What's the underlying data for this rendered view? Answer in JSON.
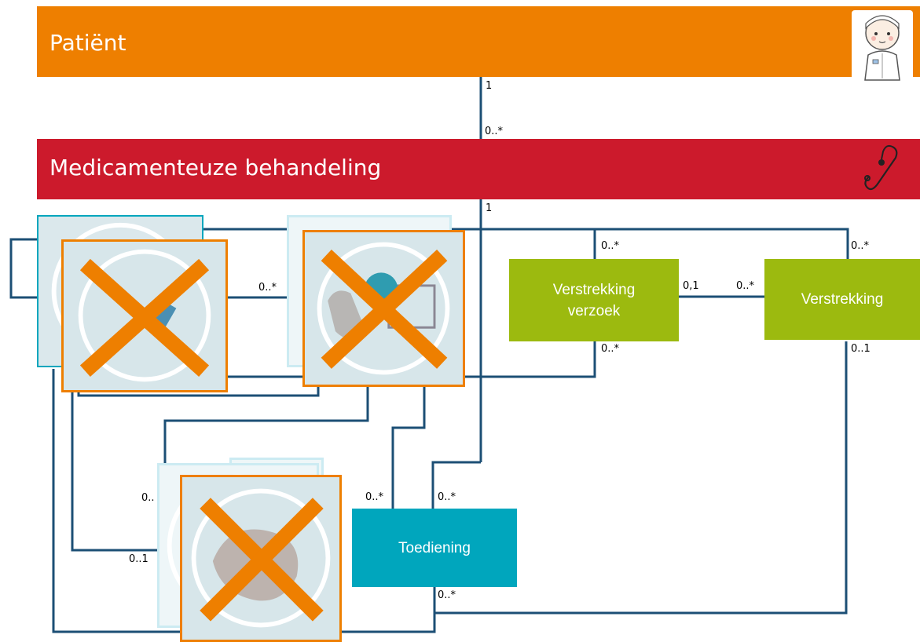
{
  "banners": {
    "patient": {
      "title": "Patiënt"
    },
    "treatment": {
      "title": "Medicamenteuze behandeling"
    }
  },
  "icons": {
    "patient": "patient-illustration-icon",
    "treatment": "stethoscope-icon",
    "crossed": "crossed-out-icon"
  },
  "boxes": {
    "verstrekking_verzoek": {
      "line1": "Verstrekking",
      "line2": "verzoek"
    },
    "verstrekking": "Verstrekking",
    "toediening": "Toediening"
  },
  "multiplicities": {
    "patient_side": "1",
    "patient_treatment": "0..*",
    "treatment_side": "1",
    "tile1_link": "0..*",
    "verzoek_top": "0..*",
    "verzoek_right": "0,1",
    "verstrekking_left": "0..*",
    "verstrekking_top": "0..*",
    "verstrekking_bottom": "0..1",
    "verzoek_bottom": "0..*",
    "toediening_left_top": "0..*",
    "toediening_right_top": "0..*",
    "toediening_bottom": "0..*",
    "tile3_upper": "0..",
    "tile3_lower": "0..1"
  },
  "colors": {
    "orange": "#ee7f00",
    "red": "#cc1a2c",
    "green": "#9cba0f",
    "teal": "#00a6bd",
    "line": "#1c4f75"
  }
}
